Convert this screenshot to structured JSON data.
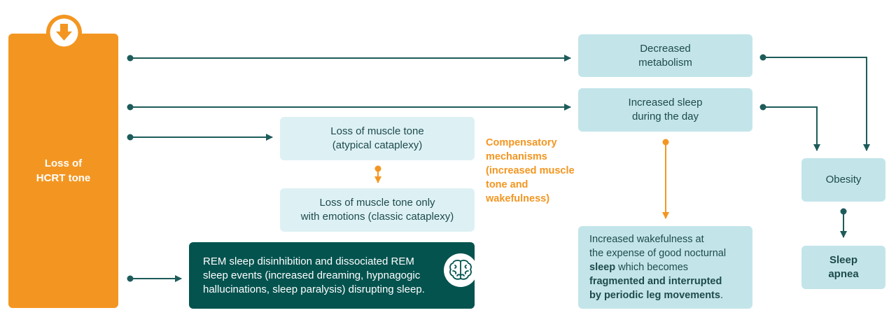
{
  "colors": {
    "orange": "#f39621",
    "teal_dark": "#04534f",
    "teal_line": "#1d5c5a",
    "box_light": "#c3e5ea",
    "box_lighter": "#ddf1f4"
  },
  "icons": [
    "down-arrow-icon",
    "brain-icon"
  ],
  "hcrt": {
    "line1": "Loss of",
    "line2": "HCRT tone"
  },
  "decreased_metabolism": {
    "line1": "Decreased",
    "line2": "metabolism"
  },
  "increased_sleep": {
    "line1": "Increased sleep",
    "line2": "during the day"
  },
  "muscle_tone_loss": {
    "line1": "Loss of muscle tone",
    "line2": "(atypical cataplexy)"
  },
  "muscle_tone_emotions": {
    "line1": "Loss of muscle tone only",
    "line2": "with emotions (classic cataplexy)"
  },
  "compensatory": {
    "line1": "Compensatory",
    "line2": "mechanisms",
    "line3": "(increased muscle",
    "line4": "tone and",
    "line5": "wakefulness)"
  },
  "rem": {
    "line1": "REM sleep disinhibition and dissociated REM",
    "line2": "sleep events (increased dreaming, hypnagogic",
    "line3": "hallucinations, sleep paralysis) disrupting sleep."
  },
  "wakefulness": {
    "line1": "Increased wakefulness at",
    "line2": "the expense of good nocturnal",
    "line3a": "sleep",
    "line3b": " which becomes",
    "line4": "fragmented and interrupted",
    "line5a": "by periodic leg movements",
    "line5b": "."
  },
  "obesity": {
    "label": "Obesity"
  },
  "sleep_apnea": {
    "line1": "Sleep",
    "line2": "apnea"
  }
}
